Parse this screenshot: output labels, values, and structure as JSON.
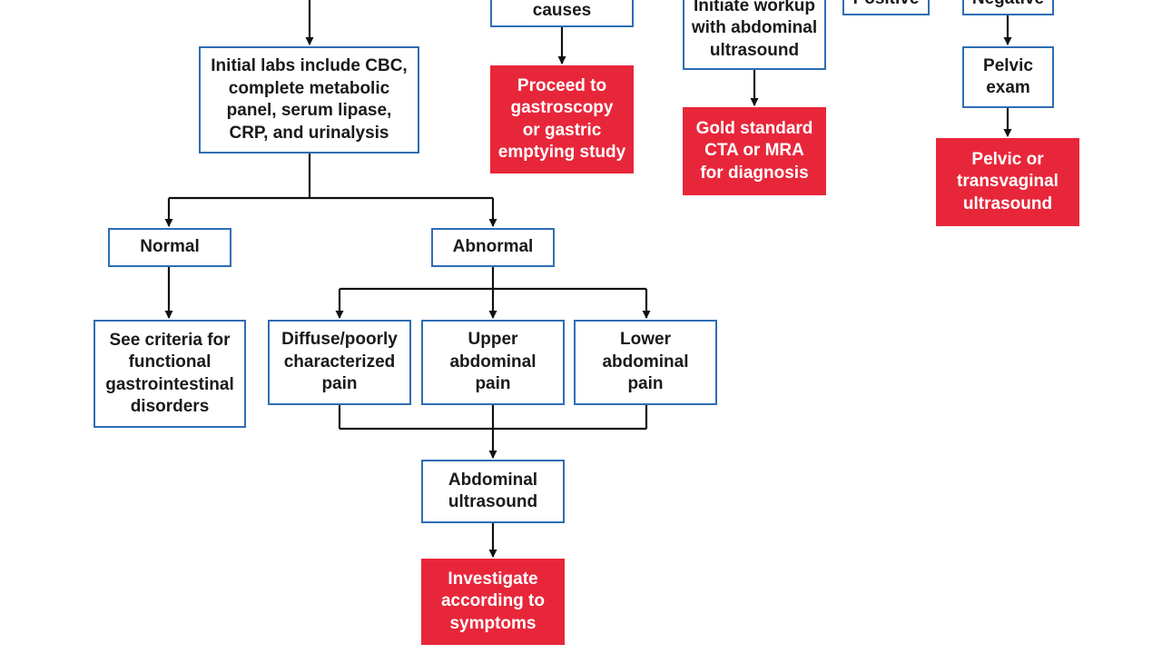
{
  "colors": {
    "box_border": "#2f6db5",
    "action_fill": "#e8263a",
    "action_text": "#ffffff",
    "text": "#1a1a1a",
    "line": "#111111"
  },
  "nodes": {
    "initial_labs": "Initial labs include CBC,\ncomplete metabolic\npanel, serum lipase,\nCRP, and urinalysis",
    "normal": "Normal",
    "abnormal": "Abnormal",
    "see_criteria": "See criteria for\nfunctional\ngastrointestinal\ndisorders",
    "diffuse_pain": "Diffuse/poorly\ncharacterized\npain",
    "upper_pain": "Upper\nabdominal\npain",
    "lower_pain": "Lower\nabdominal\npain",
    "abdominal_ultrasound": "Abdominal\nultrasound",
    "investigate_symptoms": "Investigate\naccording to\nsymptoms",
    "causes": "causes",
    "proceed_gastroscopy": "Proceed to\ngastroscopy\nor gastric\nemptying study",
    "initiate_workup": "Initiate workup\nwith abdominal\nultrasound",
    "gold_standard": "Gold standard\nCTA or MRA\nfor diagnosis",
    "positive": "Positive",
    "negative": "Negative",
    "pelvic_exam": "Pelvic\nexam",
    "pelvic_ultrasound": "Pelvic or\ntransvaginal\nultrasound"
  }
}
